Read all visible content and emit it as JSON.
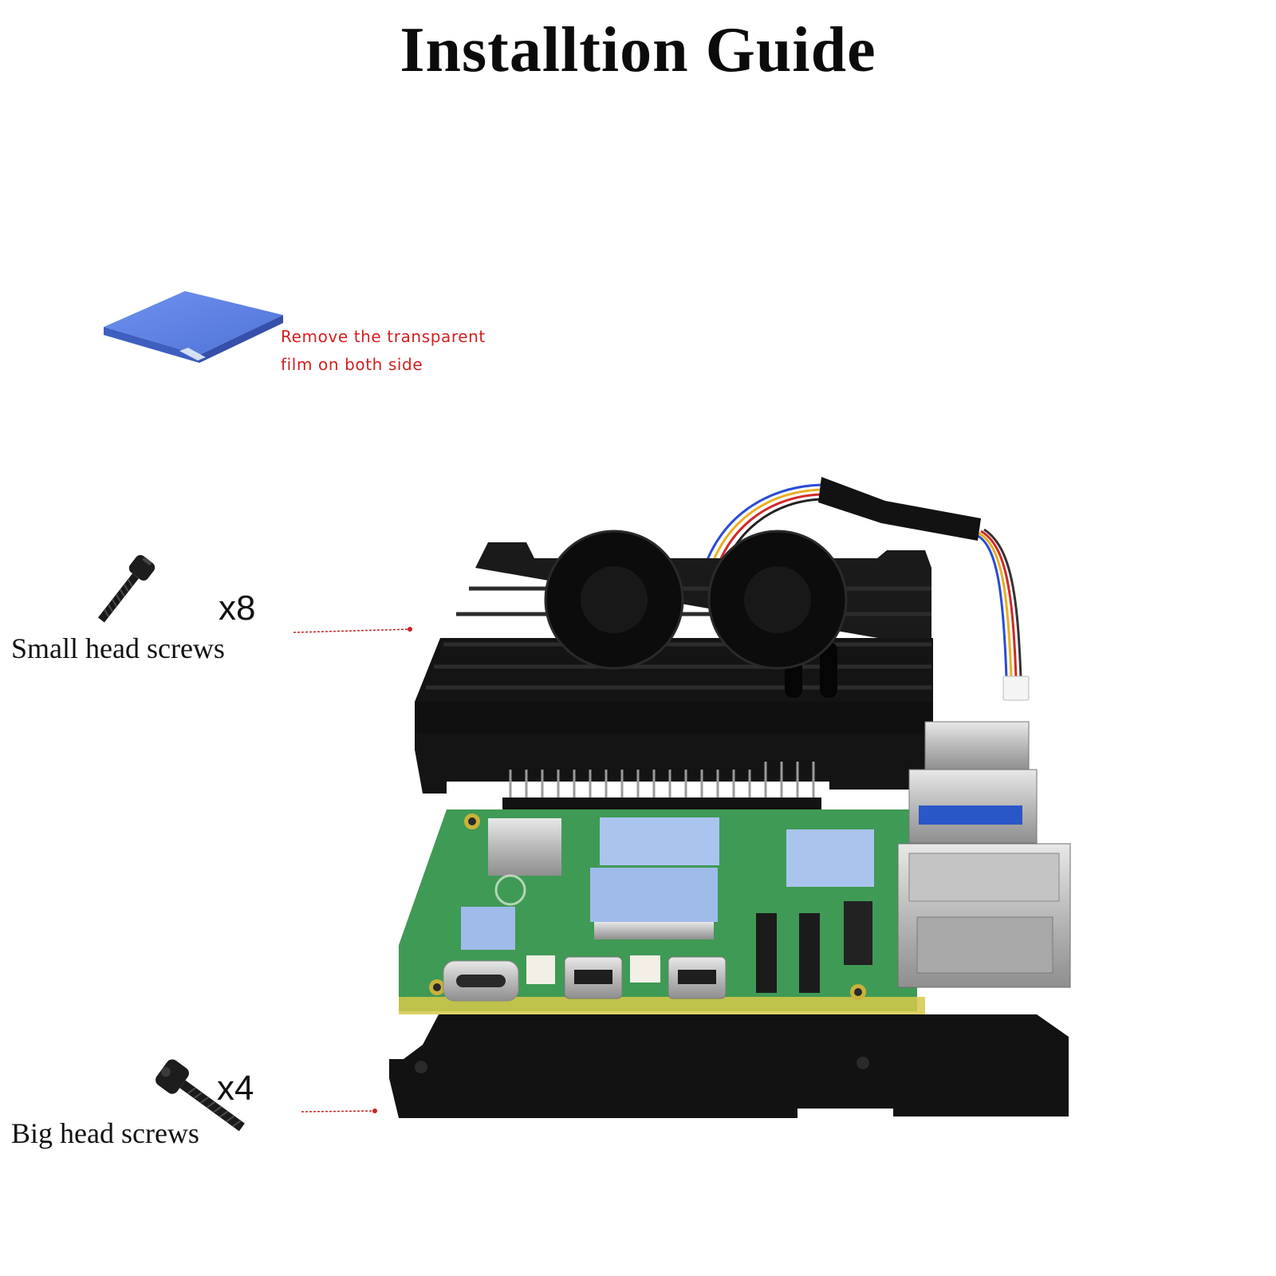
{
  "title": "Installtion Guide",
  "thermal_pad": {
    "note_line1": "Remove the transparent",
    "note_line2": "film on both side",
    "note_color": "#d42020",
    "pad_color": "#5b7fe0"
  },
  "small_screws": {
    "quantity": "x8",
    "label": "Small head screws"
  },
  "big_screws": {
    "quantity": "x4",
    "label": "Big head screws"
  },
  "colors": {
    "case_black": "#141414",
    "pcb_green": "#3f9a55",
    "thermal_blue": "#aac4ee",
    "pointer_red": "#cc2222"
  }
}
